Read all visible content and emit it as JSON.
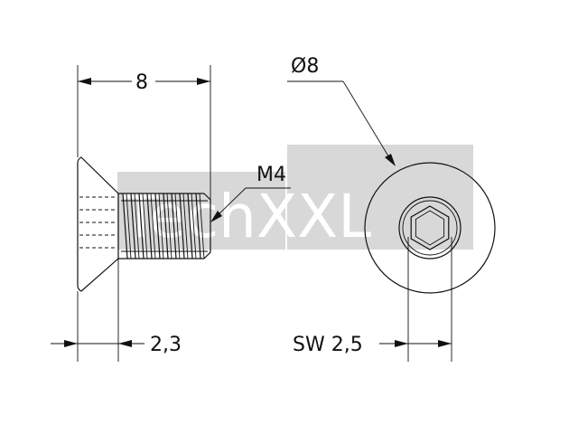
{
  "dimensions": {
    "length": "8",
    "head_diameter": "Ø8",
    "thread": "M4",
    "head_height": "2,3",
    "socket_size": "SW 2,5"
  },
  "watermark": {
    "text": "TechXXL",
    "color": "#d8d8d8"
  },
  "colors": {
    "line": "#111111",
    "background": "#ffffff"
  }
}
